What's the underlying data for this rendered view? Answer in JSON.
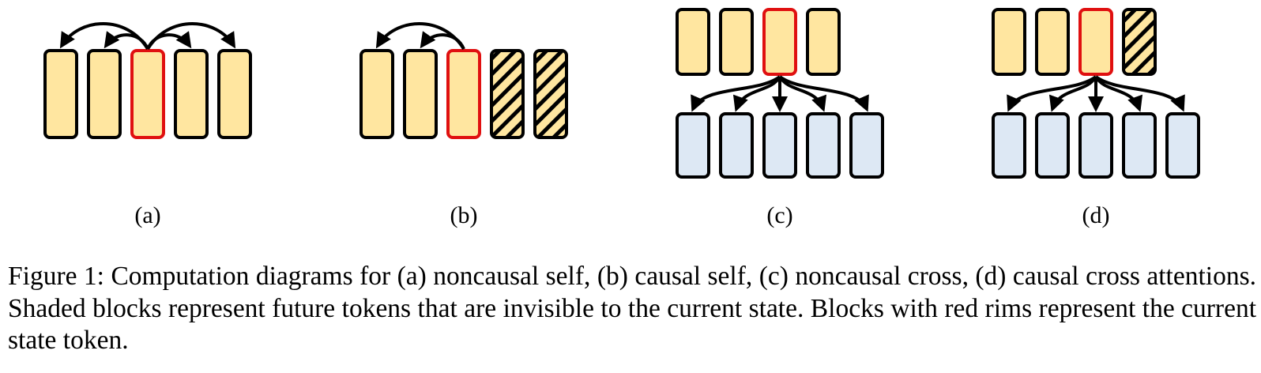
{
  "panels": [
    {
      "label": "(a)"
    },
    {
      "label": "(b)"
    },
    {
      "label": "(c)"
    },
    {
      "label": "(d)"
    }
  ],
  "caption": {
    "prefix": "Figure 1:",
    "text": "Computation diagrams for (a) noncausal self, (b) causal self, (c) noncausal cross, (d) causal cross attentions. Shaded blocks represent future tokens that are invisible to the current state. Blocks with red rims represent the current state token."
  },
  "colors": {
    "token_fill": "#FFE6A0",
    "target_fill": "#DDE8F4",
    "current_rim": "#E01010",
    "outline": "#000000"
  }
}
